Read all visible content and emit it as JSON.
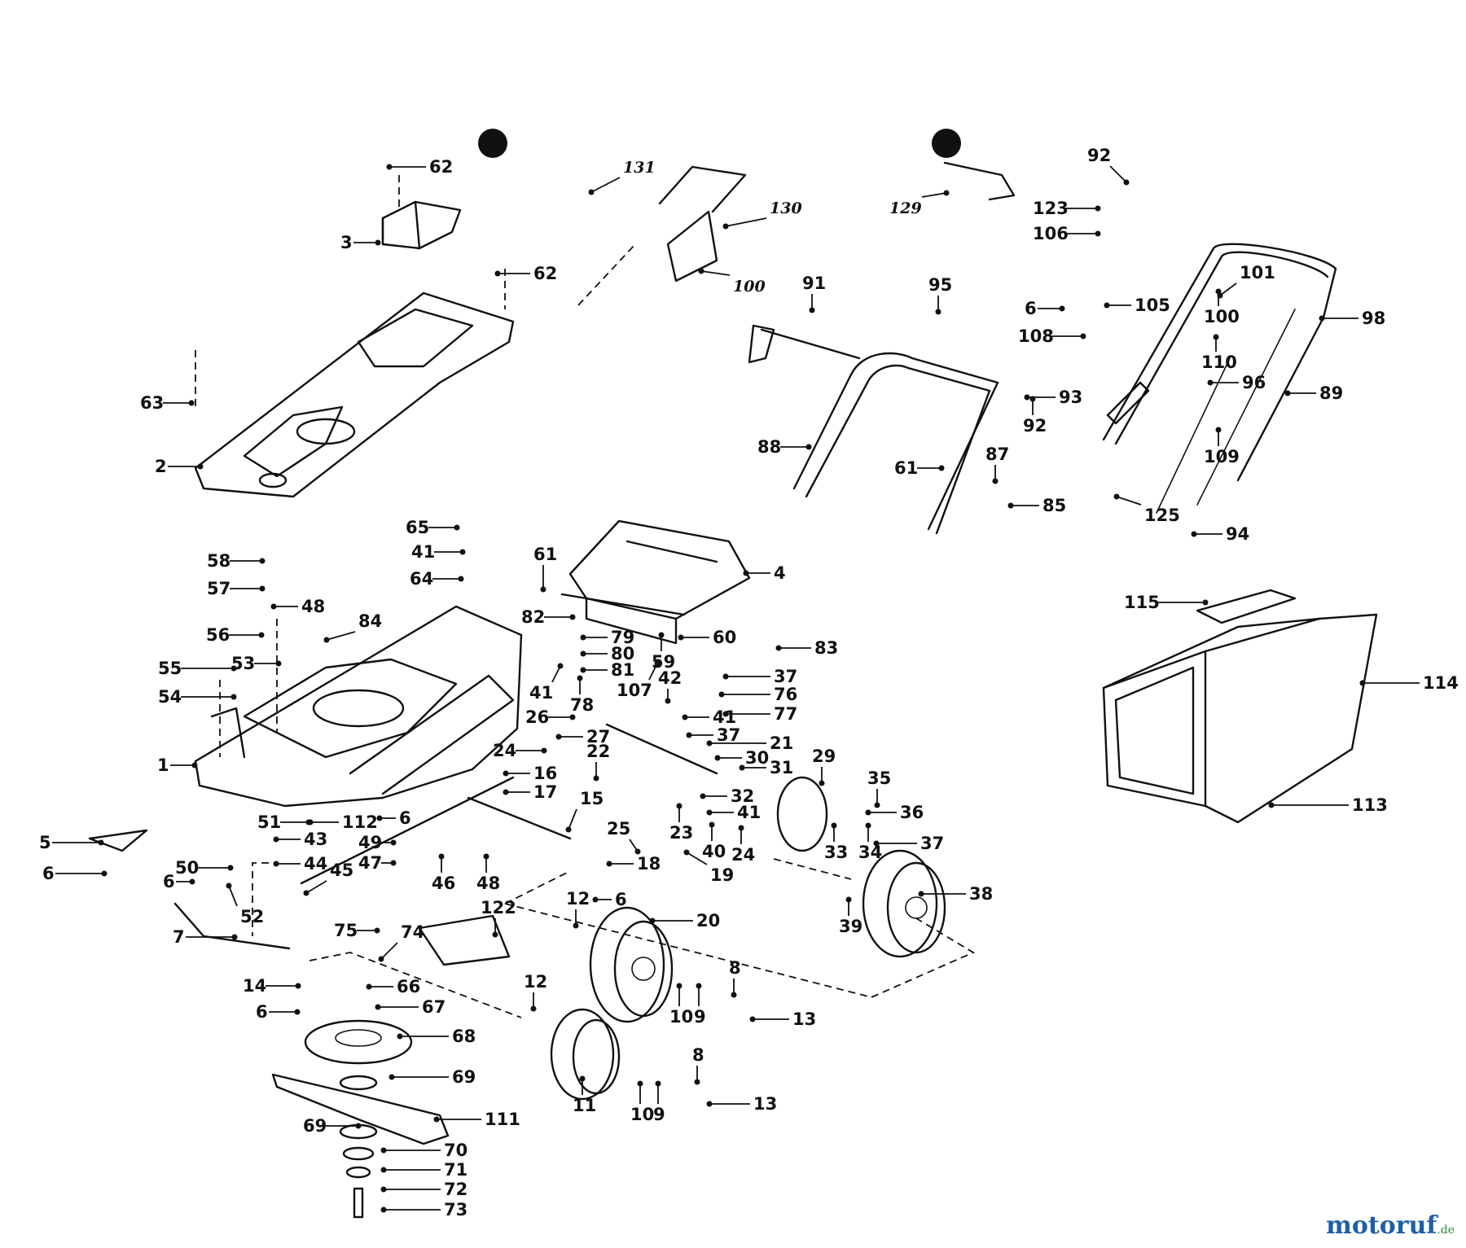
{
  "diagram": {
    "part_numbers": [
      "1",
      "2",
      "3",
      "4",
      "5",
      "6",
      "7",
      "8",
      "9",
      "10",
      "11",
      "12",
      "13",
      "14",
      "15",
      "16",
      "17",
      "18",
      "19",
      "20",
      "21",
      "22",
      "23",
      "24",
      "25",
      "26",
      "27",
      "29",
      "30",
      "31",
      "32",
      "33",
      "34",
      "35",
      "36",
      "37",
      "38",
      "39",
      "40",
      "41",
      "42",
      "43",
      "44",
      "45",
      "46",
      "47",
      "48",
      "49",
      "50",
      "51",
      "52",
      "53",
      "54",
      "55",
      "56",
      "57",
      "58",
      "59",
      "60",
      "61",
      "62",
      "63",
      "64",
      "65",
      "66",
      "67",
      "68",
      "69",
      "70",
      "71",
      "72",
      "73",
      "74",
      "75",
      "76",
      "77",
      "78",
      "79",
      "80",
      "81",
      "82",
      "83",
      "84",
      "85",
      "87",
      "88",
      "89",
      "91",
      "92",
      "93",
      "94",
      "95",
      "96",
      "98",
      "100",
      "101",
      "105",
      "106",
      "107",
      "108",
      "109",
      "110",
      "111",
      "112",
      "113",
      "114",
      "115",
      "122",
      "123",
      "125",
      "129",
      "130",
      "131"
    ]
  },
  "watermark": {
    "brand": "motoruf",
    "tld": ".de",
    "color": "#1e5fa8"
  }
}
